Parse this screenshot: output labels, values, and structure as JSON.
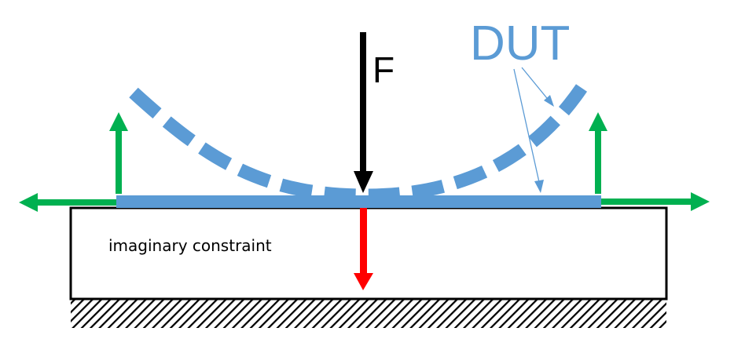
{
  "diagram": {
    "type": "mechanical free-body / bending diagram",
    "labels": {
      "force": "F",
      "device": "DUT",
      "constraint": "imaginary constraint"
    },
    "colors": {
      "dut": "#5b9bd5",
      "reaction_arrows": "#00b050",
      "applied_force": "#000000",
      "constraint_reaction": "#ff0000",
      "outline": "#000000",
      "background": "#ffffff"
    },
    "elements": [
      {
        "name": "dut-flat-beam",
        "description": "DUT beam resting flat on constraint block (solid)"
      },
      {
        "name": "dut-bent-shape",
        "description": "DUT bent upward at both ends (dashed curve)"
      },
      {
        "name": "applied-force-arrow",
        "description": "Downward force F at center"
      },
      {
        "name": "left-vertical-reaction",
        "description": "Upward green arrow at left end"
      },
      {
        "name": "right-vertical-reaction",
        "description": "Upward green arrow at right end"
      },
      {
        "name": "left-horizontal-reaction",
        "description": "Leftward green arrow at left end"
      },
      {
        "name": "right-horizontal-reaction",
        "description": "Rightward green arrow at right end"
      },
      {
        "name": "constraint-reaction-arrow",
        "description": "Red downward arrow below center"
      },
      {
        "name": "constraint-block",
        "description": "Rectangular imaginary constraint"
      },
      {
        "name": "ground-hatch",
        "description": "Hatched ground below constraint"
      }
    ]
  }
}
